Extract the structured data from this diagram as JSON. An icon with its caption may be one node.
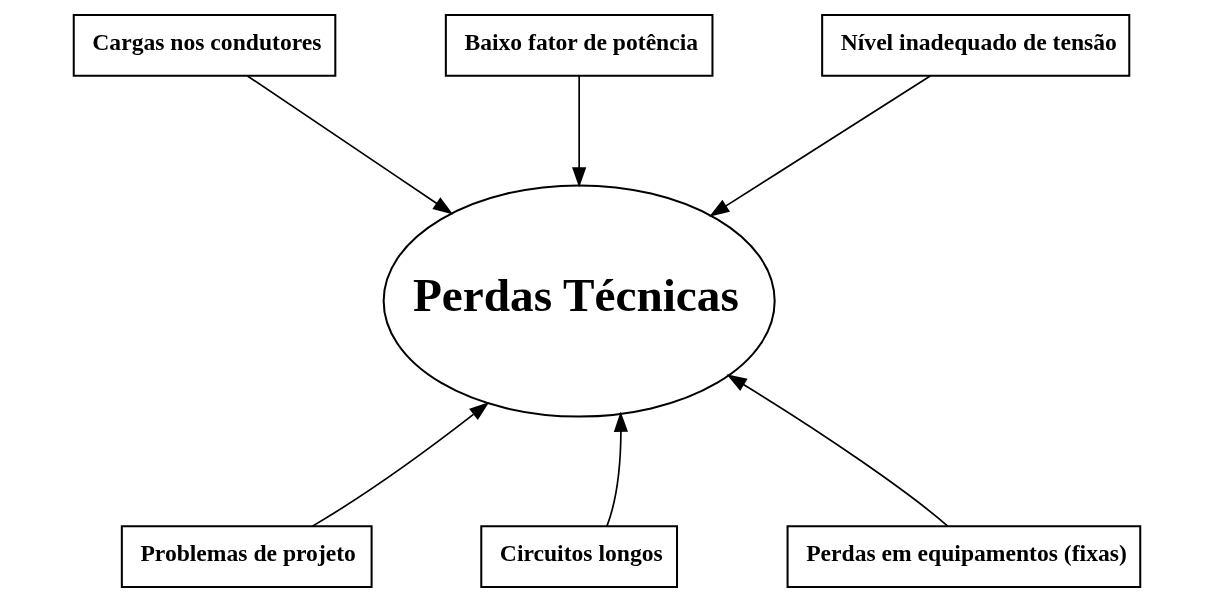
{
  "diagram": {
    "nodes": [
      {
        "text": [
          "Cargas nos condutores"
        ]
      },
      {
        "text": [
          "Baixo fator de potência"
        ]
      },
      {
        "text": [
          "Nível inadequado de tensão"
        ]
      },
      {
        "text": [
          "Perdas Técnicas"
        ]
      },
      {
        "text": [
          "Problemas de projeto"
        ]
      },
      {
        "text": [
          "Perdas em equipamentos (fixas)"
        ]
      },
      {
        "text": [
          "Circuitos longos"
        ]
      }
    ],
    "edges": [
      {
        "from": 0,
        "to": 3,
        "arrow": "to"
      },
      {
        "from": 1,
        "to": 3,
        "arrow": "to"
      },
      {
        "from": 2,
        "to": 3,
        "arrow": "to"
      },
      {
        "from": 4,
        "to": 3,
        "arrow": "to"
      },
      {
        "from": 5,
        "to": 3,
        "arrow": "to"
      },
      {
        "from": 6,
        "to": 3,
        "arrow": "to"
      }
    ]
  }
}
